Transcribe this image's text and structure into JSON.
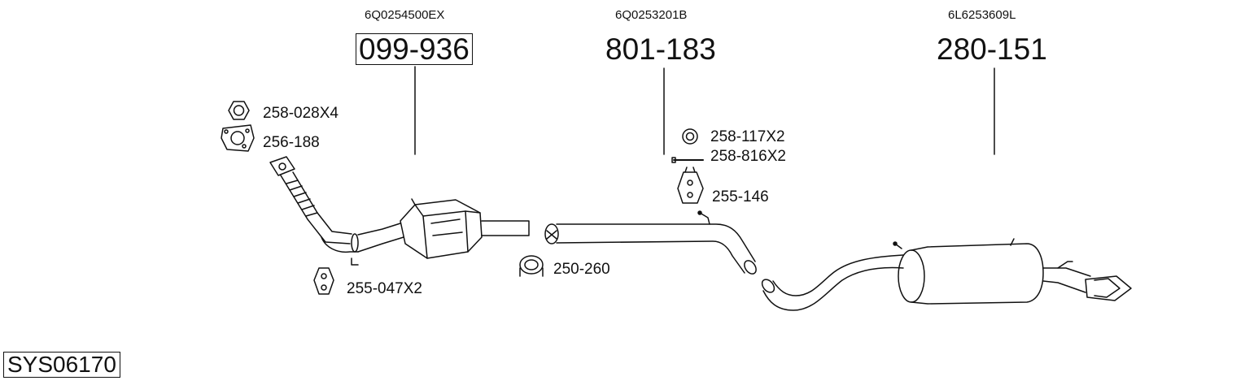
{
  "assemblies": [
    {
      "oem_number": "6Q0254500EX",
      "part_number": "099-936"
    },
    {
      "oem_number": "6Q0253201B",
      "part_number": "801-183"
    },
    {
      "oem_number": "6L6253609L",
      "part_number": "280-151"
    }
  ],
  "fittings": {
    "nut": "258-028X4",
    "gasket": "256-188",
    "hanger_front": "255-047X2",
    "clamp": "250-260",
    "ring": "258-117X2",
    "bolt": "258-816X2",
    "hanger_mid": "255-146"
  },
  "system_code": "SYS06170"
}
